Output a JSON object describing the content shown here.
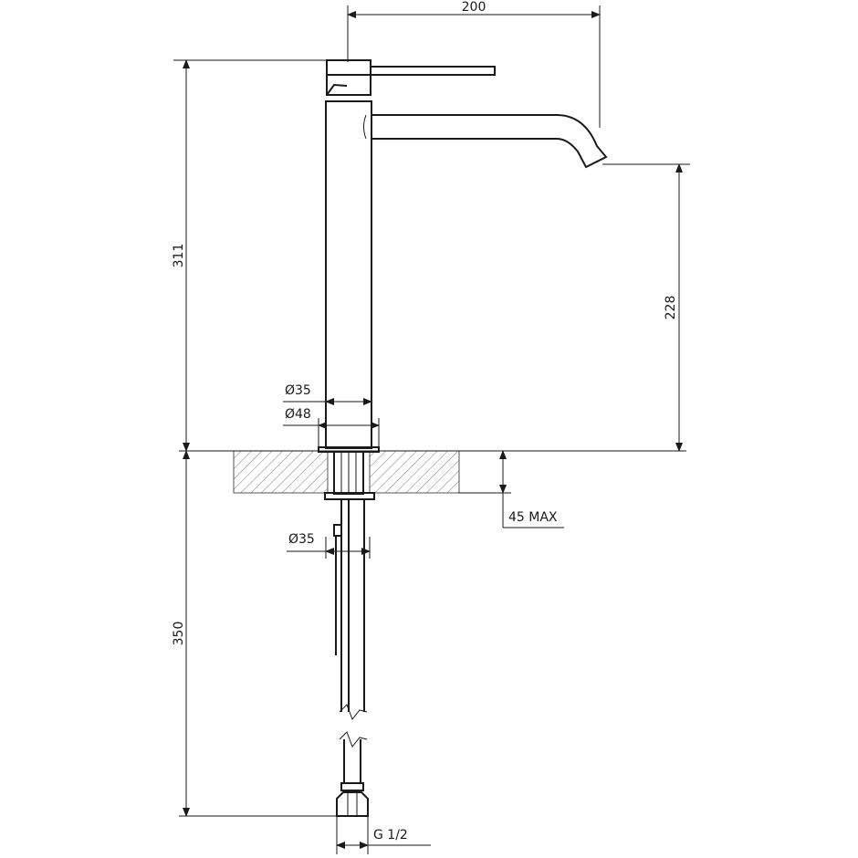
{
  "drawing": {
    "dimensions": {
      "overall_reach": "200",
      "total_height": "311",
      "spout_height": "228",
      "body_diameter": "Ø35",
      "base_diameter": "Ø48",
      "max_counter_thickness": "45 MAX",
      "shank_diameter": "Ø35",
      "hose_length": "350",
      "connection": "G 1/2"
    }
  }
}
